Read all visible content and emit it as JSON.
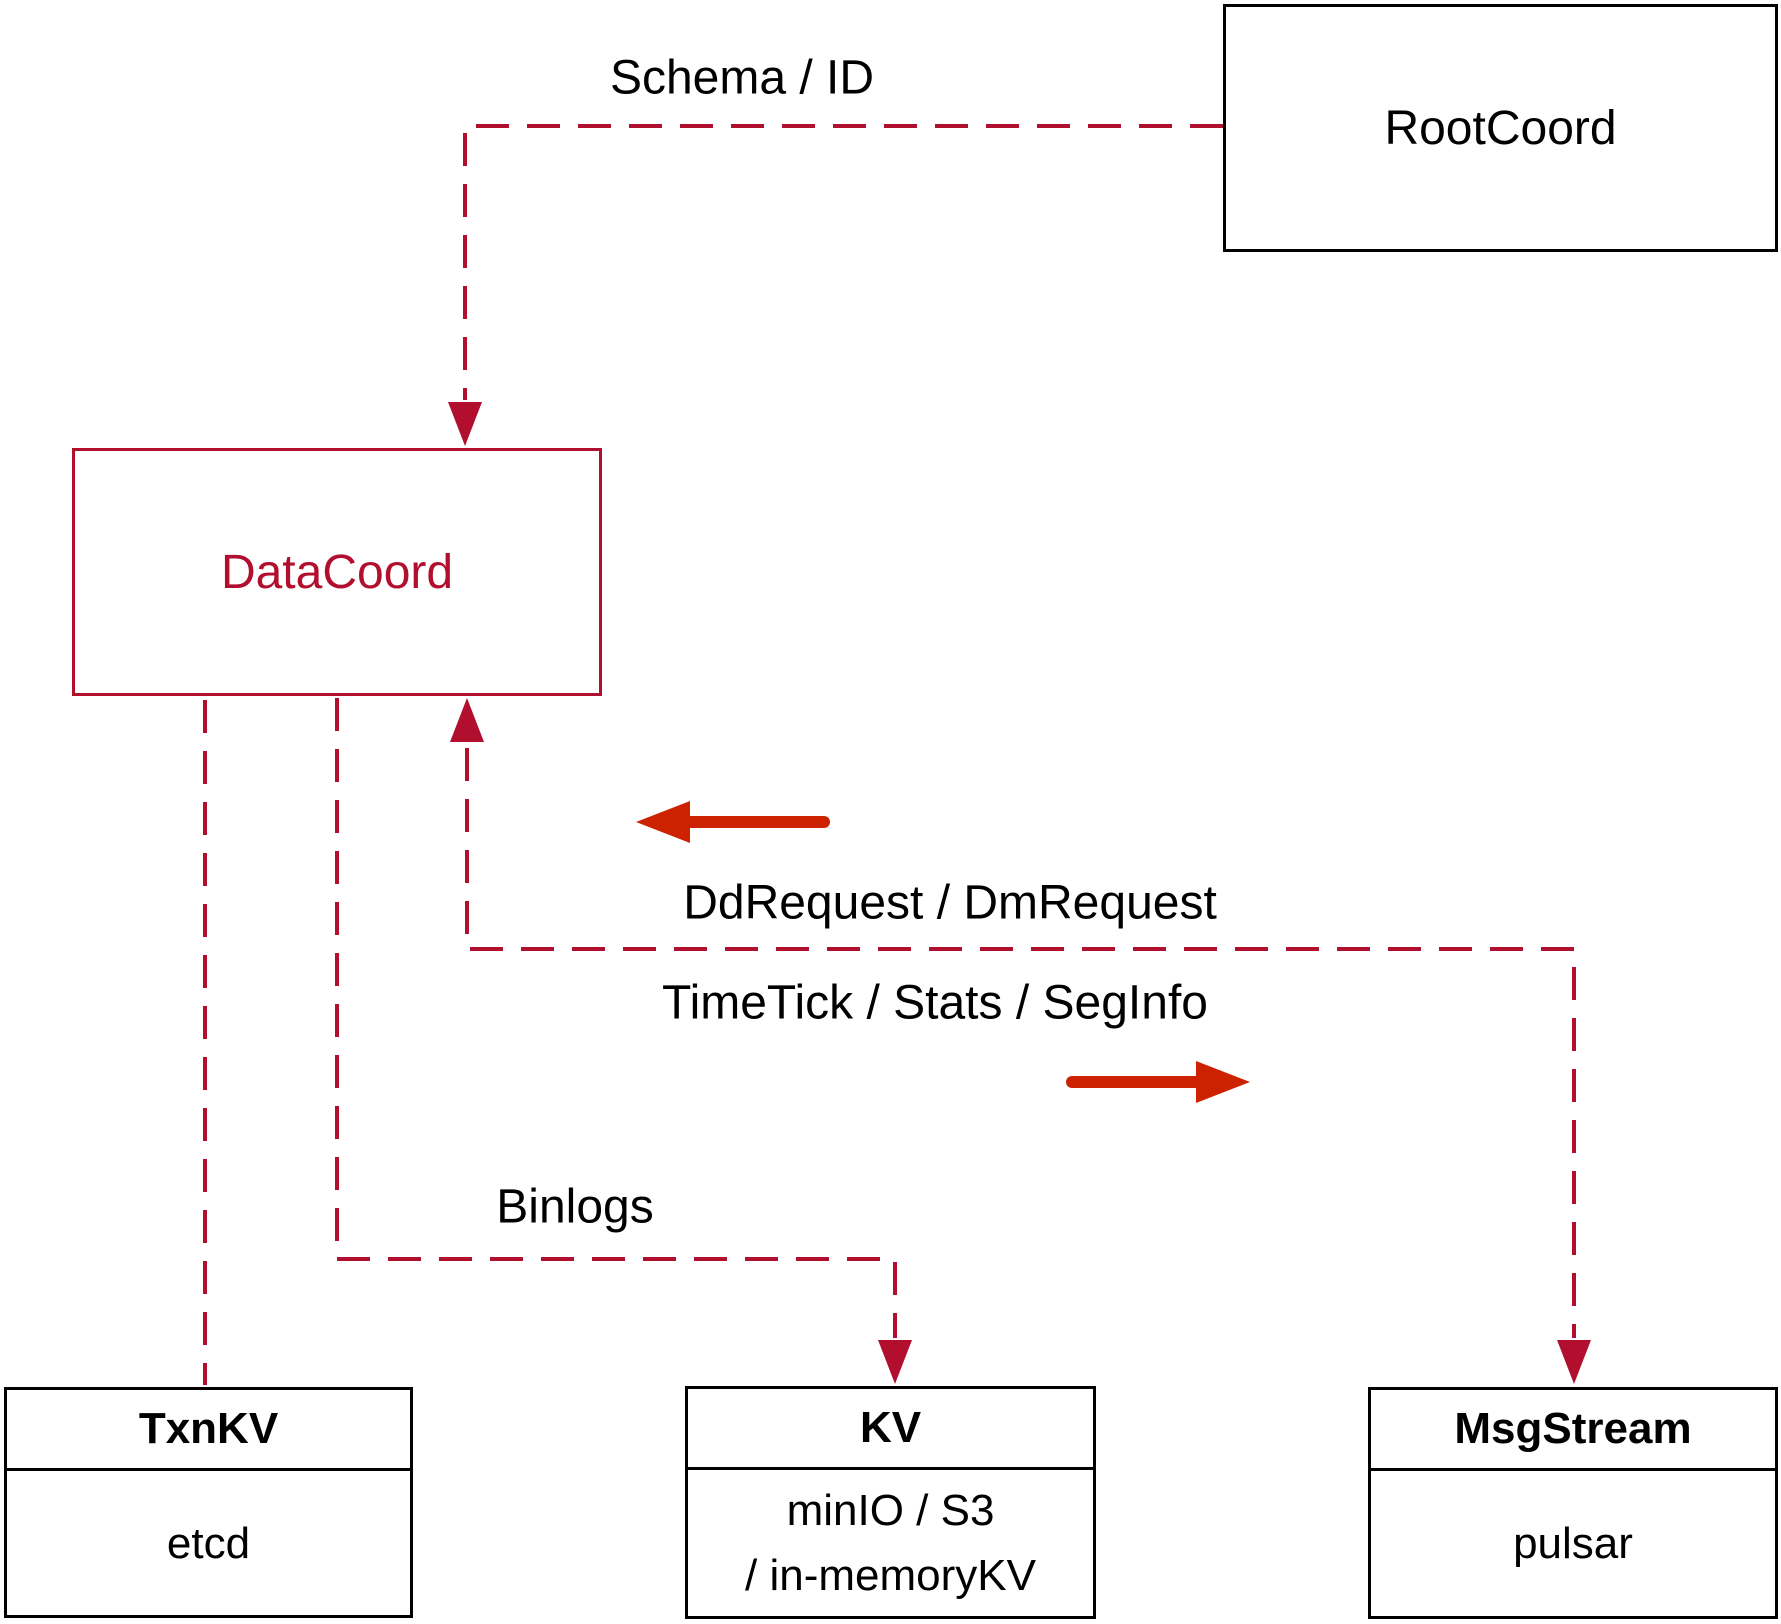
{
  "diagram": {
    "nodes": {
      "root_coord": {
        "label": "RootCoord"
      },
      "data_coord": {
        "label": "DataCoord"
      },
      "txn_kv": {
        "title": "TxnKV",
        "content": "etcd"
      },
      "kv": {
        "title": "KV",
        "content_line1": "minIO / S3",
        "content_line2": "/ in-memoryKV"
      },
      "msg_stream": {
        "title": "MsgStream",
        "content": "pulsar"
      }
    },
    "edge_labels": {
      "schema_id": "Schema / ID",
      "dd_dm_request": "DdRequest / DmRequest",
      "timetick_stats_seginfo": "TimeTick / Stats / SegInfo",
      "binlogs": "Binlogs"
    },
    "colors": {
      "dashed_connector_red": "#b20e2e",
      "solid_arrow_red": "#cc2200",
      "node_border_black": "#000000",
      "data_coord_red": "#b20e2e",
      "label_text_black": "#000000",
      "background": "#ffffff"
    }
  }
}
